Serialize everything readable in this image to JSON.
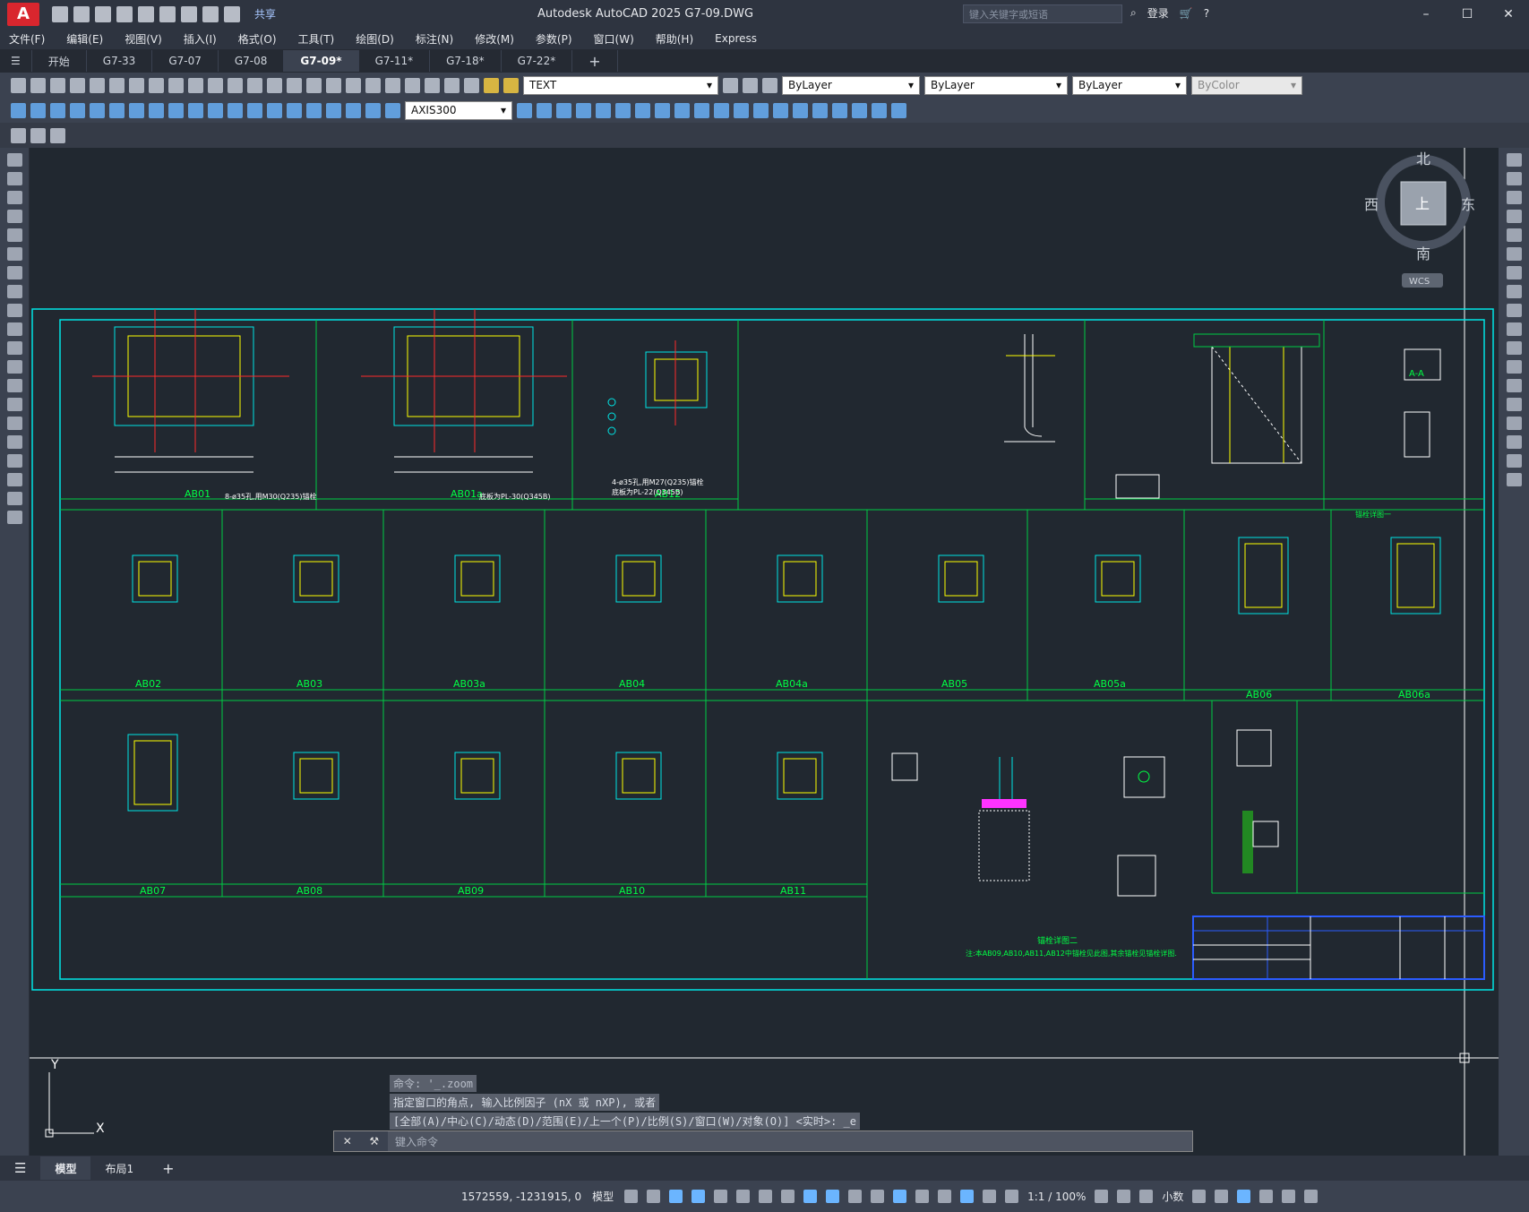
{
  "app": {
    "logo_letter": "A",
    "title": "Autodesk AutoCAD 2025    G7-09.DWG",
    "share": "共享",
    "search_placeholder": "键入关键字或短语",
    "login": "登录"
  },
  "menu": [
    "文件(F)",
    "编辑(E)",
    "视图(V)",
    "插入(I)",
    "格式(O)",
    "工具(T)",
    "绘图(D)",
    "标注(N)",
    "修改(M)",
    "参数(P)",
    "窗口(W)",
    "帮助(H)",
    "Express"
  ],
  "tabs": [
    {
      "label": "开始"
    },
    {
      "label": "G7-33"
    },
    {
      "label": "G7-07"
    },
    {
      "label": "G7-08"
    },
    {
      "label": "G7-09*",
      "active": true
    },
    {
      "label": "G7-11*"
    },
    {
      "label": "G7-18*"
    },
    {
      "label": "G7-22*"
    }
  ],
  "toolbar": {
    "text_style": "TEXT",
    "layer": "ByLayer",
    "linetype": "ByLayer",
    "lineweight": "ByLayer",
    "color": "ByColor",
    "dim_style": "AXIS300"
  },
  "viewcube": {
    "north": "北",
    "south": "南",
    "east": "东",
    "west": "西",
    "top": "上",
    "wcs": "WCS"
  },
  "drawing": {
    "row1": [
      "AB01",
      "AB01a",
      "AB12"
    ],
    "row2": [
      "AB02",
      "AB03",
      "AB03a",
      "AB04",
      "AB04a",
      "AB05",
      "AB05a",
      "AB06",
      "AB06a"
    ],
    "row3": [
      "AB07",
      "AB08",
      "AB09",
      "AB10",
      "AB11"
    ],
    "note1": "4-ø35孔,用M27(Q235)锚栓",
    "note2": "底板为PL-22(Q345B)",
    "note_big1": "8-ø35孔,用M30(Q235)锚栓",
    "note_big2": "底板为PL-30(Q345B)",
    "section_title": "A-A",
    "node_detail": "锚栓详图一",
    "node_detail2": "锚栓详图二",
    "bottom_note": "注:本AB09,AB10,AB11,AB12中锚栓见此图,其余锚栓见锚栓详图."
  },
  "command": {
    "line1": "命令: '_.zoom",
    "line2": "指定窗口的角点, 输入比例因子 (nX 或 nXP), 或者",
    "line3": "[全部(A)/中心(C)/动态(D)/范围(E)/上一个(P)/比例(S)/窗口(W)/对象(O)] <实时>: _e",
    "placeholder": "键入命令"
  },
  "ucs": {
    "x": "X",
    "y": "Y"
  },
  "layout_tabs": [
    {
      "label": "模型",
      "active": true
    },
    {
      "label": "布局1"
    }
  ],
  "status": {
    "coords": "1572559, -1231915, 0",
    "mode": "模型",
    "scale": "1:1 / 100%",
    "units": "小数"
  }
}
